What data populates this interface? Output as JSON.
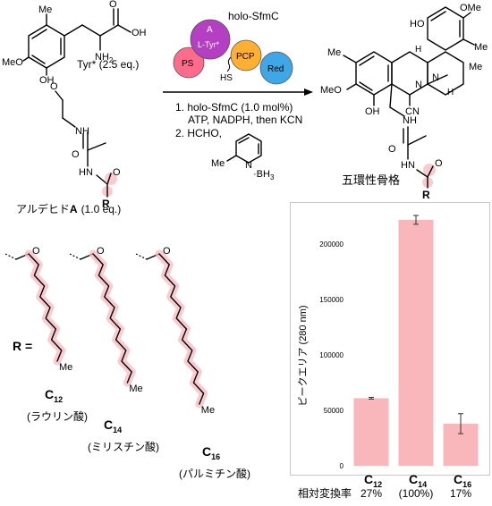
{
  "scheme": {
    "tyr_label": "Tyr* (2.5 eq.)",
    "aldehyde_prefix": "アルデヒド",
    "aldehyde_letter": "A",
    "aldehyde_eq": "(1.0 eq.)",
    "enzyme_title": "holo-SfmC",
    "domain_A": "A",
    "domain_LTyr": "L-Tyr*",
    "domain_PS": "PS",
    "domain_PCP": "PCP",
    "domain_Red": "Red",
    "domain_HS": "HS",
    "cond1": "1. holo-SfmC (1.0 mol%)",
    "cond1b": "ATP, NADPH, then KCN",
    "cond2": "2. HCHO,",
    "borane": "·BH",
    "borane_sub": "3",
    "product_label": "五環性骨格",
    "R_label": "R",
    "R_equals": "R =",
    "atoms": {
      "Me": "Me",
      "OMe": "OMe",
      "MeO": "MeO",
      "OH": "OH",
      "HO": "HO",
      "NH2": "NH",
      "NH2_sub": "2",
      "O": "O",
      "N": "N",
      "NH": "NH",
      "H": "H",
      "CN": "CN",
      "R": "R",
      "HN": "HN"
    },
    "chains": [
      {
        "C": "C",
        "n": "12",
        "name": "(ラウリン酸)",
        "end": "Me"
      },
      {
        "C": "C",
        "n": "14",
        "name": "(ミリスチン酸)",
        "end": "Me"
      },
      {
        "C": "C",
        "n": "16",
        "name": "(パルミチン酸)",
        "end": "Me"
      }
    ]
  },
  "chart_data": {
    "type": "bar",
    "ylabel": "ピークエリア (280 nm)",
    "categories": [
      "C12",
      "C14",
      "C16"
    ],
    "category_main": [
      "C",
      "C",
      "C"
    ],
    "category_sub": [
      "12",
      "14",
      "16"
    ],
    "values": [
      61000,
      222000,
      38000
    ],
    "errors": [
      800,
      4000,
      9000
    ],
    "ylim": [
      0,
      230000
    ],
    "yticks": [
      0,
      50000,
      100000,
      150000,
      200000
    ],
    "ytick_labels": [
      "0",
      "50000",
      "100000",
      "150000",
      "200000"
    ],
    "conversion_label": "相対変換率",
    "conversions": [
      "27%",
      "(100%)",
      "17%"
    ],
    "bar_color": "#f9b7bc",
    "grid": false
  }
}
